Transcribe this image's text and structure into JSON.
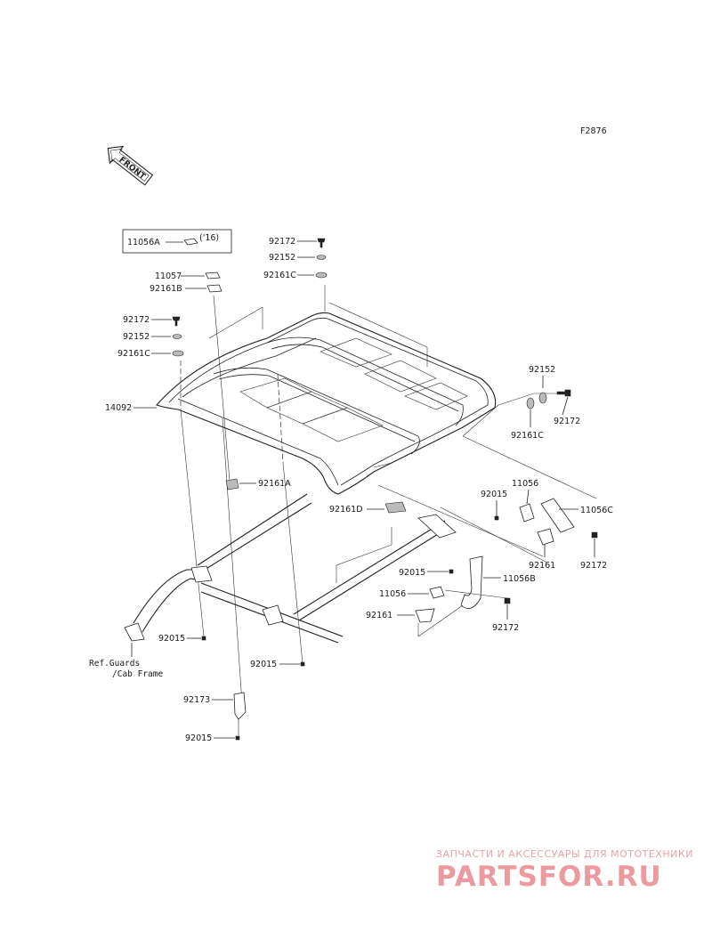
{
  "figure_code": "F2876",
  "front_marker": "FRONT",
  "callouts": {
    "c11056A": "11056A",
    "year_note": "('16)",
    "c11057": "11057",
    "c92161B": "92161B",
    "c92172_top": "92172",
    "c92152_top": "92152",
    "c92161C_top": "92161C",
    "c92172_left": "92172",
    "c92152_left": "92152",
    "c92161C_left": "92161C",
    "c14092": "14092",
    "c92152_right": "92152",
    "c92172_right": "92172",
    "c92161C_right": "92161C",
    "c92161A": "92161A",
    "c92161D": "92161D",
    "c92015_a": "92015",
    "c11056_a": "11056",
    "c11056C": "11056C",
    "c92161_a": "92161",
    "c92172_b": "92172",
    "c92015_b": "92015",
    "c11056B": "11056B",
    "c11056_b": "11056",
    "c92161_b": "92161",
    "c92172_c": "92172",
    "c92015_c": "92015",
    "c92015_d": "92015",
    "c92173": "92173",
    "c92015_e": "92015",
    "ref_line1": "Ref.Guards",
    "ref_line2": "/Cab Frame"
  },
  "watermark": {
    "tagline": "ЗАПЧАСТИ И АКСЕССУАРЫ ДЛЯ МОТОТЕХНИКИ",
    "brand": "PARTSFOR.RU"
  },
  "colors": {
    "line": "#222222",
    "watermark": "#ec9aa0"
  }
}
